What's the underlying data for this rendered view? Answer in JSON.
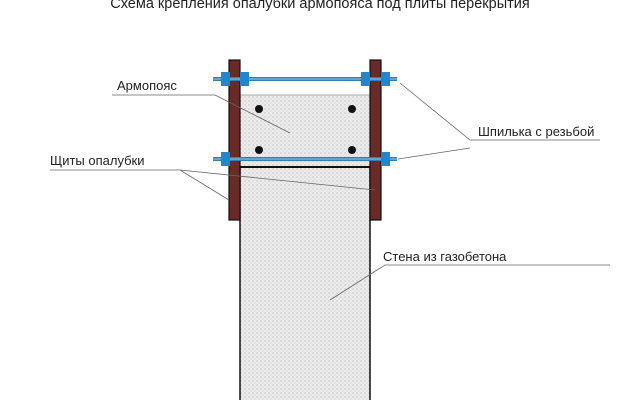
{
  "title": "Схема крепления опалубки армопояса под плиты перекрытия",
  "labels": {
    "armopoyas": "Армопояс",
    "formwork": "Щиты опалубки",
    "stud": "Шпилька с резьбой",
    "wall": "Стена из газобетона"
  },
  "colors": {
    "board": "#6b2a25",
    "rod": "#2e7fb8",
    "nut": "#1d88d0",
    "concrete": "#e4e4e4"
  }
}
